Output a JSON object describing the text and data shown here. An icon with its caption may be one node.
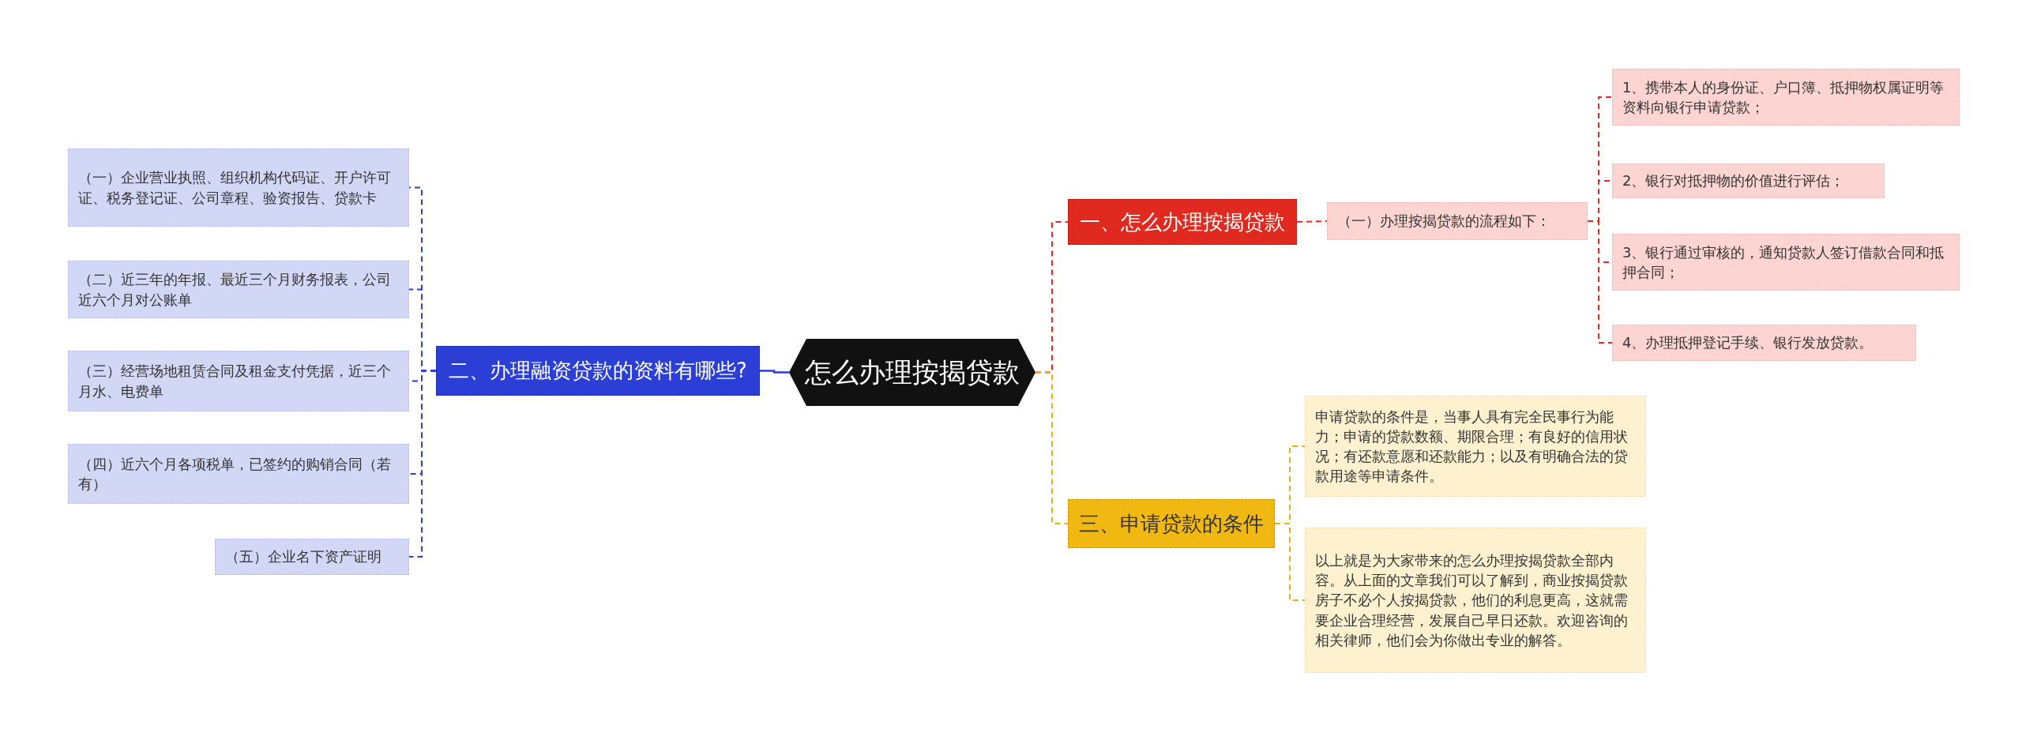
{
  "diagram": {
    "nodes": [
      {
        "text": [
          "怎么办理按揭贷款"
        ]
      },
      {
        "text": [
          "一、怎么办理按揭贷款"
        ]
      },
      {
        "text": [
          "（一）办理按揭贷款的流程如下："
        ]
      },
      {
        "text": [
          "1、携带本人的身份证、户口簿、抵押物权属证明等资料向银行申请贷款；"
        ]
      },
      {
        "text": [
          "2、银行对抵押物的价值进行评估；"
        ]
      },
      {
        "text": [
          "3、银行通过审核的，通知贷款人签订借款合同和抵押合同；"
        ]
      },
      {
        "text": [
          "4、办理抵押登记手续、银行发放贷款。"
        ]
      },
      {
        "text": [
          "二、办理融资贷款的资料有哪些?"
        ]
      },
      {
        "text": [
          "（一）企业营业执照、组织机构代码证、开户许可证、税务登记证、公司章程、验资报告、贷款卡"
        ]
      },
      {
        "text": [
          "（二）近三年的年报、最近三个月财务报表，公司近六个月对公账单"
        ]
      },
      {
        "text": [
          "（三）经营场地租赁合同及租金支付凭据，近三个月水、电费单"
        ]
      },
      {
        "text": [
          "（四）近六个月各项税单，已签约的购销合同（若有）"
        ]
      },
      {
        "text": [
          "（五）企业名下资产证明"
        ]
      },
      {
        "text": [
          "三、申请贷款的条件"
        ]
      },
      {
        "text": [
          "申请贷款的条件是，当事人具有完全民事行为能力；申请的贷款数额、期限合理；有良好的信用状况；有还款意愿和还款能力；以及有明确合法的贷款用途等申请条件。"
        ]
      },
      {
        "text": [
          "以上就是为大家带来的怎么办理按揭贷款全部内容。从上面的文章我们可以了解到，商业按揭贷款房子不必个人按揭贷款，他们的利息更高，这就需要企业合理经营，发展自己早日还款。欢迎咨询的相关律师，他们会为你做出专业的解答。"
        ]
      }
    ],
    "edges": [
      {
        "from": 0,
        "to": 1,
        "arrow": "none",
        "style": "dashed",
        "color": "#e02a1f"
      },
      {
        "from": 1,
        "to": 2,
        "arrow": "none",
        "style": "dashed",
        "color": "#e02a1f"
      },
      {
        "from": 2,
        "to": 3,
        "arrow": "none",
        "style": "dashed",
        "color": "#e02a1f"
      },
      {
        "from": 2,
        "to": 4,
        "arrow": "none",
        "style": "dashed",
        "color": "#e02a1f"
      },
      {
        "from": 2,
        "to": 5,
        "arrow": "none",
        "style": "dashed",
        "color": "#e02a1f"
      },
      {
        "from": 2,
        "to": 6,
        "arrow": "none",
        "style": "dashed",
        "color": "#e02a1f"
      },
      {
        "from": 0,
        "to": 7,
        "arrow": "none",
        "color": "#2b3fcf"
      },
      {
        "from": 7,
        "to": 8,
        "arrow": "none",
        "style": "dashed",
        "color": "#2b3fcf"
      },
      {
        "from": 7,
        "to": 9,
        "arrow": "none",
        "style": "dashed",
        "color": "#2b3fcf"
      },
      {
        "from": 7,
        "to": 10,
        "arrow": "none",
        "style": "dashed",
        "color": "#2b3fcf"
      },
      {
        "from": 7,
        "to": 11,
        "arrow": "none",
        "style": "dashed",
        "color": "#2b3fcf"
      },
      {
        "from": 7,
        "to": 12,
        "arrow": "none",
        "style": "dashed",
        "color": "#2b3fcf"
      },
      {
        "from": 0,
        "to": 13,
        "arrow": "none",
        "style": "dashed",
        "color": "#e8b00c"
      },
      {
        "from": 13,
        "to": 14,
        "arrow": "none",
        "style": "dashed",
        "color": "#e8b00c"
      },
      {
        "from": 13,
        "to": 15,
        "arrow": "none",
        "style": "dashed",
        "color": "#e8b00c"
      }
    ]
  }
}
